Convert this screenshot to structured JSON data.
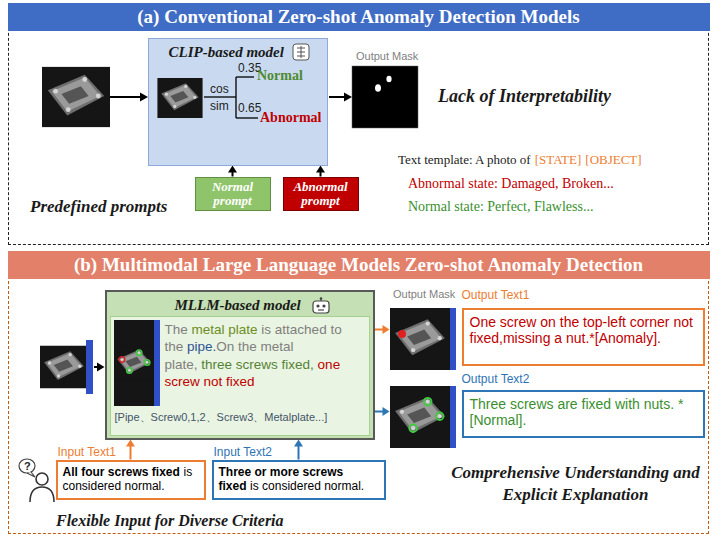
{
  "diagram": {
    "nodes": [
      {
        "text": [
          "(a) Conventional Zero-shot Anomaly Detection Models"
        ]
      },
      {
        "text": [
          "CLIP-based model"
        ],
        "in": 0
      },
      {
        "text": [
          "Normal prompt"
        ],
        "in": 0
      },
      {
        "text": [
          "Abnormal prompt"
        ],
        "in": 0
      },
      {
        "text": [
          "(b) Multimodal Large Language Models Zero-shot Anomaly Detection"
        ]
      },
      {
        "text": [
          "MLLM-based model"
        ],
        "in": 4
      },
      {
        "text": [
          "The",
          "metal plate",
          "is attached to the",
          "pipe.",
          "On the metal plate,",
          "three screws fixed,",
          "one screw not fixed",
          "[Pipe、Screw0,1,2、Screw3、Metalplate...]"
        ],
        "in": 5
      },
      {
        "text": [
          "Output Text1",
          "One screw on the top-left corner not fixed,missing a nut.*[Anomaly]."
        ],
        "in": 4
      },
      {
        "text": [
          "Output Text2",
          "Three screws are fixed with nuts. *[Normal]."
        ],
        "in": 4
      },
      {
        "text": [
          "Input Text1",
          "All four screws fixed",
          "is considered normal."
        ],
        "in": 4
      },
      {
        "text": [
          "Input Text2",
          "Three or more screws fixed",
          "is considered normal."
        ],
        "in": 4
      }
    ],
    "edges": [
      {
        "from": 2,
        "to": 1,
        "arrow": "to"
      },
      {
        "from": 3,
        "to": 1,
        "arrow": "to"
      },
      {
        "from": 9,
        "to": 5,
        "arrow": "to"
      },
      {
        "from": 10,
        "to": 5,
        "arrow": "to"
      },
      {
        "from": 5,
        "to": 7,
        "arrow": "to"
      },
      {
        "from": 5,
        "to": 8,
        "arrow": "to"
      }
    ],
    "labels": [
      "0.35",
      "Normal",
      "cos",
      "sim",
      "0.65",
      "Abnormal",
      "Output Mask",
      "Lack of Interpretability",
      "Predefined prompts",
      "Text template: A photo of",
      "[STATE]",
      "[OBJECT]",
      "Abnormal state: Damaged, Broken...",
      "Normal state: Perfect, Flawless...",
      "Output Mask",
      "?",
      "Flexible Input for Diverse Criteria",
      "Comprehensive Understanding and Explicit Explanation"
    ]
  }
}
